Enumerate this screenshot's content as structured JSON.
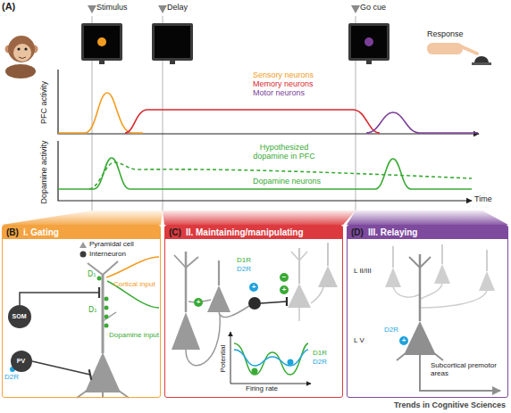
{
  "diagram": {
    "nodes": [
      {
        "text": [
          "(B)",
          "i. Gating"
        ]
      },
      {
        "text": [
          "SOM"
        ],
        "in": 0
      },
      {
        "text": [
          "PV"
        ],
        "in": 0
      },
      {
        "text": [
          "(C)",
          "II. Maintaining/manipulating"
        ]
      },
      {
        "text": [
          "(D)",
          "III. Relaying"
        ]
      }
    ],
    "labels": [
      "(A)",
      "Stimulus",
      "Delay",
      "Go cue",
      "Response",
      "Sensory neurons",
      "Memory neurons",
      "Motor neurons",
      "PFC activity",
      "Hypothesized dopamine in PFC",
      "Dopamine activity",
      "Dopamine neurons",
      "Time",
      "Pyramidal cell",
      "Interneuron",
      "D₁",
      "Cortical input",
      "D₁",
      "Dopamine input",
      "D2R",
      "D1R",
      "D2R",
      "+",
      "+",
      "−",
      "+",
      "Potential",
      "Firing rate",
      "D1R",
      "D2R",
      "L II/III",
      "L V",
      "D2R",
      "+",
      "Subcortical premotor areas",
      "Trends in Cognitive Sciences"
    ]
  }
}
